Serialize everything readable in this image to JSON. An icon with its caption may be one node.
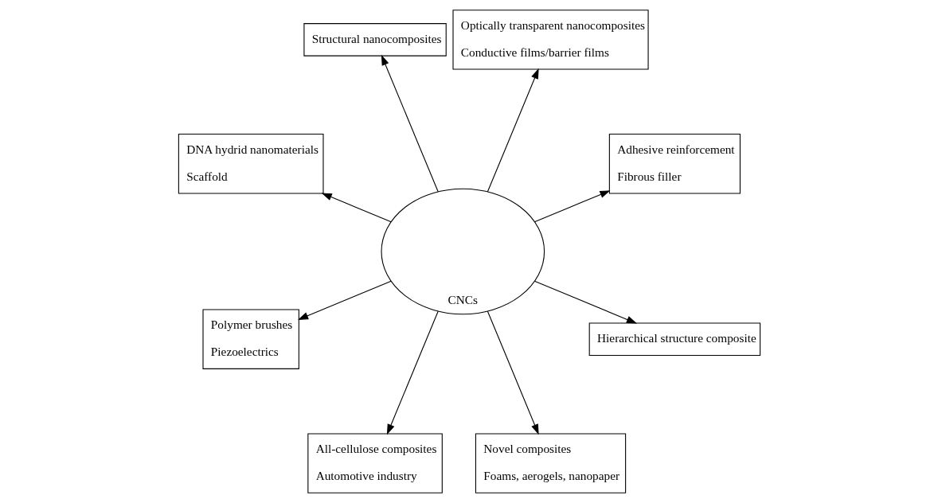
{
  "diagram": {
    "nodes": [
      {
        "text": [
          "CNCs"
        ]
      },
      {
        "text": [
          "Adhesive reinforcement",
          "Fibrous filler"
        ]
      },
      {
        "text": [
          "Optically transparent nanocomposites",
          "Conductive films/barrier films"
        ]
      },
      {
        "text": [
          "Structural nanocomposites"
        ]
      },
      {
        "text": [
          "DNA hydrid nanomaterials",
          "Scaffold"
        ]
      },
      {
        "text": [
          "Polymer brushes",
          "Piezoelectrics"
        ]
      },
      {
        "text": [
          "All-cellulose composites",
          "Automotive industry"
        ]
      },
      {
        "text": [
          "Novel composites",
          "Foams, aerogels, nanopaper"
        ]
      },
      {
        "text": [
          "Hierarchical structure composite"
        ]
      }
    ],
    "edges": [
      {
        "from": 0,
        "to": 1,
        "arrow": "to"
      },
      {
        "from": 0,
        "to": 2,
        "arrow": "to"
      },
      {
        "from": 0,
        "to": 3,
        "arrow": "to"
      },
      {
        "from": 0,
        "to": 4,
        "arrow": "to"
      },
      {
        "from": 0,
        "to": 5,
        "arrow": "to"
      },
      {
        "from": 0,
        "to": 6,
        "arrow": "to"
      },
      {
        "from": 0,
        "to": 7,
        "arrow": "to"
      },
      {
        "from": 0,
        "to": 8,
        "arrow": "to"
      }
    ]
  }
}
